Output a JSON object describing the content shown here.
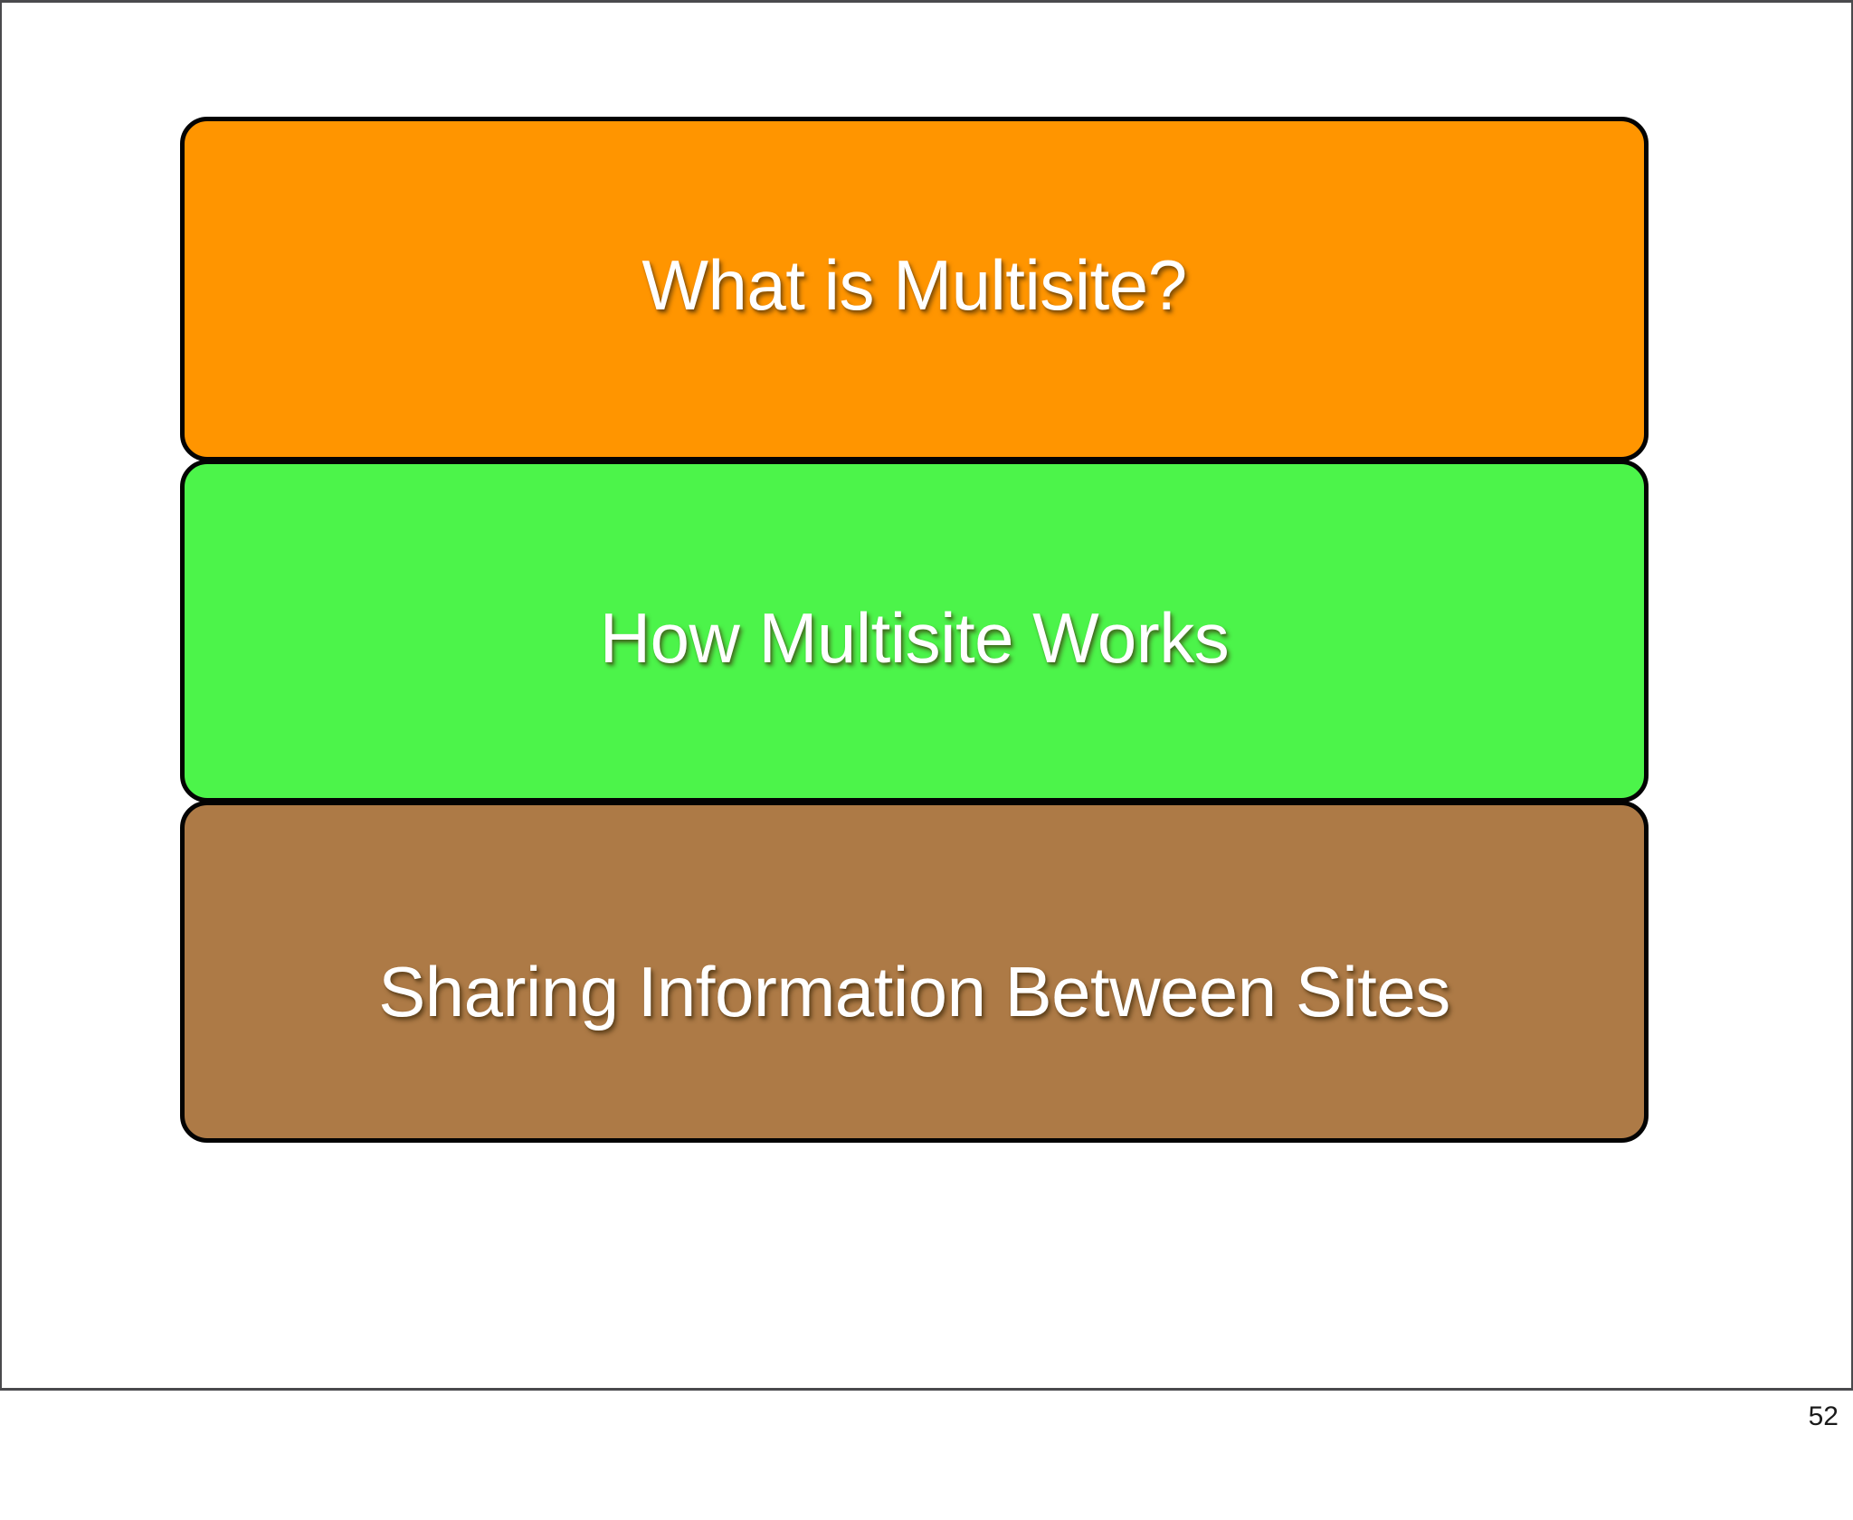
{
  "slide": {
    "page_number": "52",
    "background_color": "#ffffff",
    "frame_border_color": "#4a4a4d",
    "bands": [
      {
        "id": "what-is-multisite",
        "label": "What is Multisite?",
        "fill_color": "#ff9500",
        "border_color": "#030303",
        "text_color": "#ffffff"
      },
      {
        "id": "how-multisite-works",
        "label": "How Multisite Works",
        "fill_color": "#4cf44a",
        "border_color": "#030303",
        "text_color": "#ffffff"
      },
      {
        "id": "sharing-information-between-sites",
        "label": "Sharing Information Between Sites",
        "fill_color": "#ad7a46",
        "border_color": "#030303",
        "text_color": "#ffffff"
      }
    ]
  }
}
